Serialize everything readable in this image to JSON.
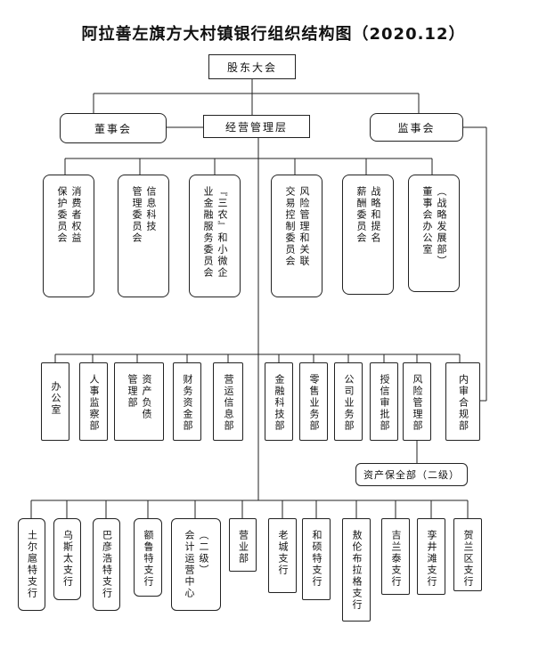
{
  "title": "阿拉善左旗方大村镇银行组织结构图（2020.12）",
  "top_nodes": {
    "shareholders": "股东大会",
    "board": "董事会",
    "management": "经营管理层",
    "supervisors": "监事会"
  },
  "committees": [
    [
      "消费者权益",
      "保护委员会"
    ],
    [
      "信息科技",
      "管理委员会"
    ],
    [
      "『三农』和小微企",
      "业金融服务委员会"
    ],
    [
      "风险管理和关联",
      "交易控制委员会"
    ],
    [
      "战略和提名",
      "薪酬委员会"
    ],
    [
      "（战略发展部）",
      "董事会办公室"
    ]
  ],
  "departments": [
    [
      "办公室"
    ],
    [
      "人事监察部"
    ],
    [
      "资产负债",
      "管理部"
    ],
    [
      "财务资金部"
    ],
    [
      "营运信息部"
    ],
    [
      "金融科技部"
    ],
    [
      "零售业务部"
    ],
    [
      "公司业务部"
    ],
    [
      "授信审批部"
    ],
    [
      "风险管理部"
    ],
    [
      "内审合规部"
    ]
  ],
  "sub_department": "资产保全部（二级）",
  "branches": [
    [
      "土尔扈特支行"
    ],
    [
      "乌斯太支行"
    ],
    [
      "巴彦浩特支行"
    ],
    [
      "额鲁特支行"
    ],
    [
      "（二级）",
      "会计运营中心"
    ],
    [
      "营业部"
    ],
    [
      "老城支行"
    ],
    [
      "和硕特支行"
    ],
    [
      "敖伦布拉格支行"
    ],
    [
      "吉兰泰支行"
    ],
    [
      "孪井滩支行"
    ],
    [
      "贺兰区支行"
    ]
  ]
}
